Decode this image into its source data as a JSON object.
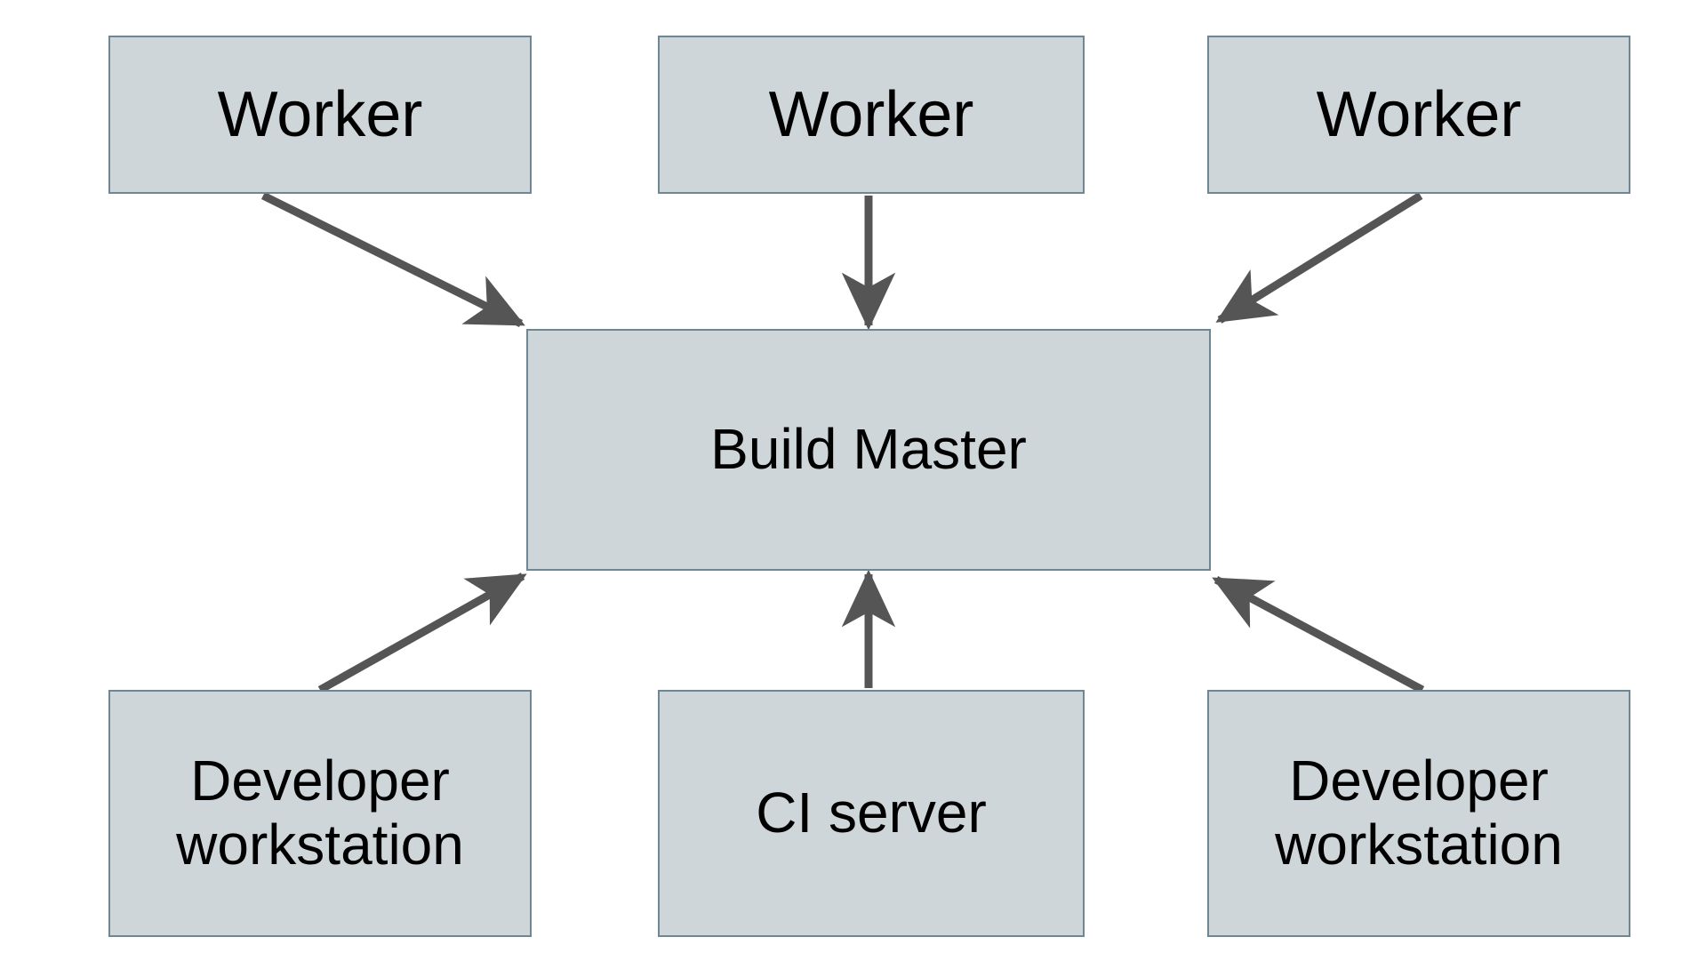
{
  "diagram": {
    "type": "node-edge-diagram",
    "background_color": "#ffffff",
    "node_fill_color": "#ced6da",
    "node_border_color": "#6d8794",
    "arrow_color": "#555555",
    "text_color": "#000000",
    "nodes": [
      {
        "id": "worker-left",
        "label": "Worker"
      },
      {
        "id": "worker-center",
        "label": "Worker"
      },
      {
        "id": "worker-right",
        "label": "Worker"
      },
      {
        "id": "build-master",
        "label": "Build Master"
      },
      {
        "id": "dev-left",
        "label": "Developer\nworkstation"
      },
      {
        "id": "ci-server",
        "label": "CI server"
      },
      {
        "id": "dev-right",
        "label": "Developer\nworkstation"
      }
    ],
    "edges": [
      {
        "id": "edge-worker-left-to-master",
        "from": "worker-left",
        "to": "build-master",
        "direction": "to-target"
      },
      {
        "id": "edge-worker-center-to-master",
        "from": "worker-center",
        "to": "build-master",
        "direction": "to-target"
      },
      {
        "id": "edge-worker-right-to-master",
        "from": "worker-right",
        "to": "build-master",
        "direction": "to-target"
      },
      {
        "id": "edge-dev-left-to-master",
        "from": "dev-left",
        "to": "build-master",
        "direction": "to-target"
      },
      {
        "id": "edge-ci-server-to-master",
        "from": "ci-server",
        "to": "build-master",
        "direction": "to-target"
      },
      {
        "id": "edge-dev-right-to-master",
        "from": "dev-right",
        "to": "build-master",
        "direction": "to-target"
      }
    ]
  }
}
